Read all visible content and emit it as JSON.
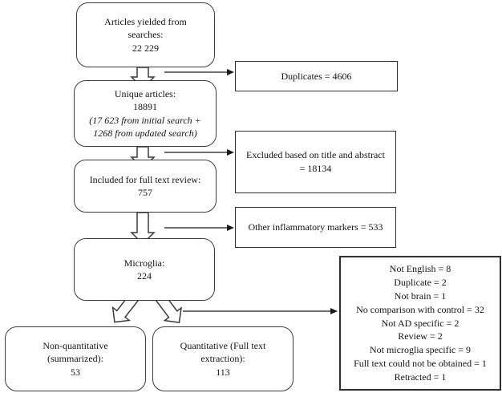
{
  "nodes": {
    "articles": {
      "lines": [
        "Articles yielded from",
        "searches:",
        "22 229"
      ]
    },
    "unique": {
      "lines": [
        "Unique articles:",
        "18891"
      ],
      "italic": [
        "(17 623 from initial search +",
        "1268 from updated search)"
      ]
    },
    "fulltext": {
      "lines": [
        "Included for full text review:",
        "757"
      ]
    },
    "microglia": {
      "lines": [
        "Microglia:",
        "224"
      ]
    },
    "nonquant": {
      "lines": [
        "Non-quantitative",
        "(summarized):",
        "53"
      ]
    },
    "quant": {
      "lines": [
        "Quantitative (Full text",
        "extraction):",
        "113"
      ]
    }
  },
  "exclusions": {
    "duplicates": "Duplicates = 4606",
    "title_abstract": {
      "lines": [
        "Excluded based on title and abstract",
        "= 18134"
      ]
    },
    "other_markers": "Other inflammatory markers = 533",
    "fulltext_reasons": {
      "lines": [
        "Not English = 8",
        "Duplicate = 2",
        "Not brain = 1",
        "No comparison with control = 32",
        "Not AD specific = 2",
        "Review = 2",
        "Not microglia specific = 9",
        "Full text could not be obtained = 1",
        "Retracted = 1"
      ]
    }
  },
  "colors": {
    "rounded_box_border": "#3c3c3c",
    "rect_box_border": "#2e2e2e",
    "arrow_outline": "#3a3a3a",
    "thin_arrow": "#1a1a1a",
    "background": "#ffffff",
    "text": "#141414"
  }
}
